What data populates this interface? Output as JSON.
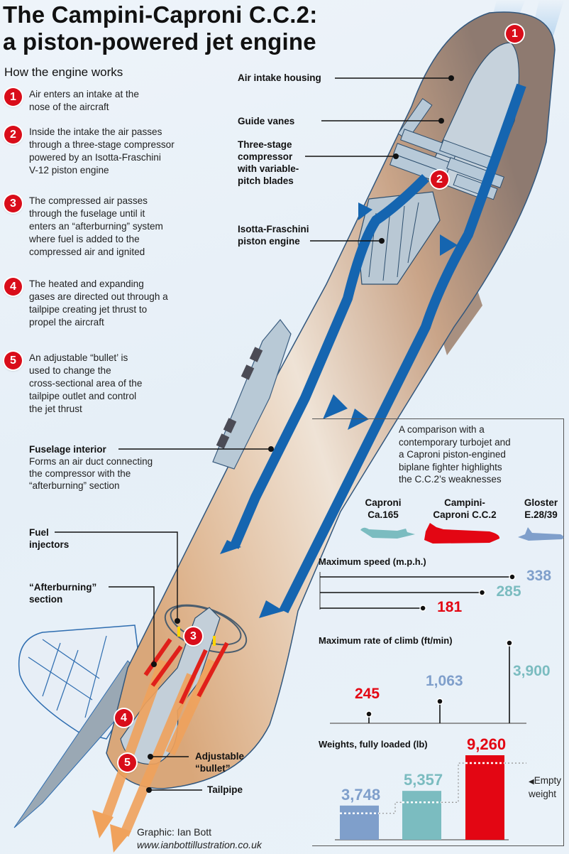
{
  "title": {
    "line1": "The Campini-Caproni C.C.2:",
    "line2": "a piston-powered jet engine"
  },
  "how_it_works": {
    "heading": "How the engine works",
    "steps": [
      {
        "number": "1",
        "text": "Air enters an intake at the\nnose of the aircraft"
      },
      {
        "number": "2",
        "text": "Inside the intake the air passes\nthrough a three-stage compressor\npowered by an Isotta-Fraschini\nV-12 piston engine"
      },
      {
        "number": "3",
        "text": "The compressed air passes\nthrough the fuselage until it\nenters an “afterburning” system\nwhere fuel is added to the\ncompressed air and ignited"
      },
      {
        "number": "4",
        "text": "The heated and expanding\ngases are directed out through a\ntailpipe creating jet thrust to\npropel the aircraft"
      },
      {
        "number": "5",
        "text": "An adjustable “bullet’ is\nused to change the\ncross-sectional area of the\ntailpipe outlet and control\nthe jet thrust"
      }
    ]
  },
  "callouts": {
    "air_intake_housing": "Air intake housing",
    "guide_vanes": "Guide vanes",
    "compressor": "Three-stage\ncompressor\nwith variable-\npitch blades",
    "piston_engine": "Isotta-Fraschini\npiston engine",
    "fuselage_interior": "Fuselage interior",
    "fuselage_interior_desc": "Forms an air duct connecting\nthe compressor with the\n“afterburning” section",
    "fuel_injectors": "Fuel\ninjectors",
    "afterburning_section": "“Afterburning”\nsection",
    "adjustable_bullet": "Adjustable\n“bullet”",
    "tailpipe": "Tailpipe"
  },
  "diagram_badges": [
    "1",
    "2",
    "3",
    "4",
    "5"
  ],
  "comparison": {
    "intro": "A comparison with a\ncontemporary turbojet and\na Caproni piston-engined\nbiplane fighter highlights\nthe C.C.2’s weaknesses",
    "aircraft": [
      {
        "name": "Caproni\nCa.165",
        "color": "#7bbcc0"
      },
      {
        "name": "Campini-\nCaproni C.C.2",
        "color": "#e30613"
      },
      {
        "name": "Gloster\nE.28/39",
        "color": "#7f9fcb"
      }
    ],
    "empty_weight_label": "Empty\nweight"
  },
  "colors": {
    "badge_red": "#d90d1a",
    "airflow_blue": "#1565b0",
    "exhaust_orange": "#f0a25c",
    "cc2_red": "#e30613",
    "ca165_teal": "#7bbcc0",
    "gloster_blue": "#7f9fcb"
  },
  "chart_data": [
    {
      "type": "bar",
      "title": "Maximum speed (m.p.h.)",
      "orientation": "horizontal",
      "categories": [
        "Gloster E.28/39",
        "Caproni Ca.165",
        "Campini-Caproni C.C.2"
      ],
      "values": [
        338,
        285,
        181
      ],
      "value_labels": [
        "338",
        "285",
        "181"
      ],
      "colors": [
        "#7f9fcb",
        "#7bbcc0",
        "#e30613"
      ],
      "xlabel": "",
      "ylabel": "",
      "grid": false
    },
    {
      "type": "bar",
      "title": "Maximum rate of climb (ft/min)",
      "categories": [
        "Campini-Caproni C.C.2",
        "Gloster E.28/39",
        "Caproni Ca.165"
      ],
      "values": [
        245,
        1063,
        3900
      ],
      "value_labels": [
        "245",
        "1,063",
        "3,900"
      ],
      "colors": [
        "#e30613",
        "#7f9fcb",
        "#7bbcc0"
      ],
      "xlabel": "",
      "ylabel": "",
      "grid": false
    },
    {
      "type": "bar",
      "title": "Weights, fully loaded (lb)",
      "categories": [
        "Gloster E.28/39",
        "Caproni Ca.165",
        "Campini-Caproni C.C.2"
      ],
      "values": [
        3748,
        5357,
        9260
      ],
      "value_labels": [
        "3,748",
        "5,357",
        "9,260"
      ],
      "empty_weight": [
        2900,
        4100,
        8400
      ],
      "colors": [
        "#7f9fcb",
        "#7bbcc0",
        "#e30613"
      ],
      "annotations": [
        "Empty weight"
      ],
      "xlabel": "",
      "ylabel": "",
      "grid": false,
      "ylim": [
        0,
        9260
      ]
    }
  ],
  "credit": {
    "line1": "Graphic: Ian Bott",
    "line2": "www.ianbottillustration.co.uk"
  }
}
